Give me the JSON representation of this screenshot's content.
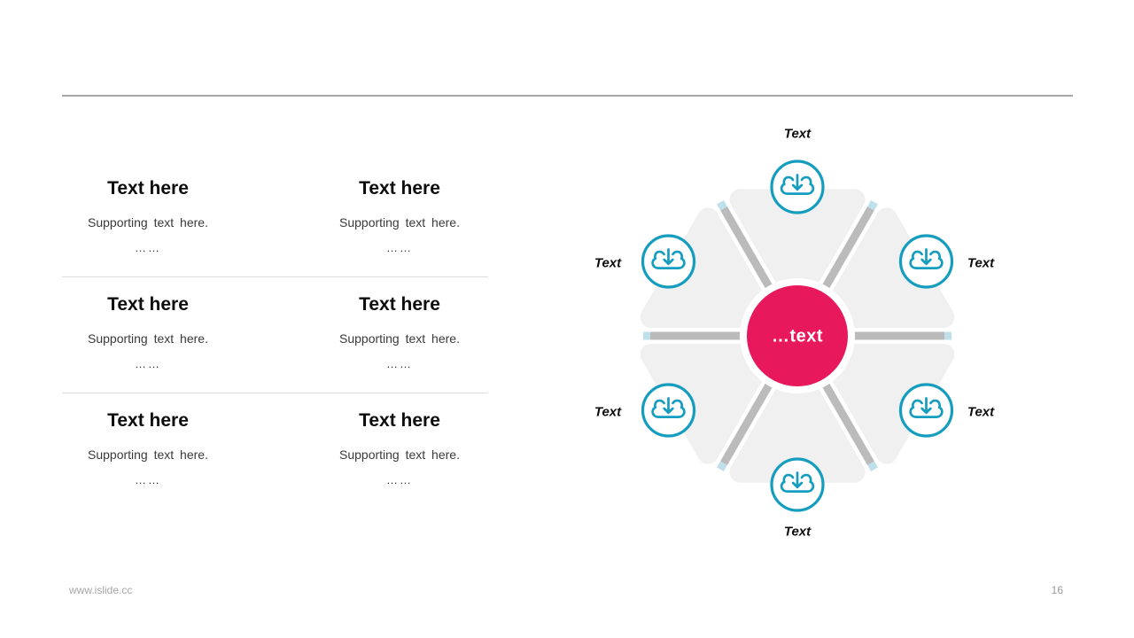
{
  "text_grid": {
    "cells": [
      {
        "heading": "Text here",
        "body": "Supporting text here.",
        "ellipsis": "……"
      },
      {
        "heading": "Text here",
        "body": "Supporting text here.",
        "ellipsis": "……"
      },
      {
        "heading": "Text here",
        "body": "Supporting text here.",
        "ellipsis": "……"
      },
      {
        "heading": "Text here",
        "body": "Supporting text here.",
        "ellipsis": "……"
      },
      {
        "heading": "Text here",
        "body": "Supporting text here.",
        "ellipsis": "……"
      },
      {
        "heading": "Text here",
        "body": "Supporting text here.",
        "ellipsis": "……"
      }
    ]
  },
  "diagram": {
    "center_label": "…text",
    "nodes": [
      {
        "label": "Text",
        "icon": "cloud-download-icon",
        "position": "top"
      },
      {
        "label": "Text",
        "icon": "cloud-download-icon",
        "position": "upper-right"
      },
      {
        "label": "Text",
        "icon": "cloud-download-icon",
        "position": "lower-right"
      },
      {
        "label": "Text",
        "icon": "cloud-download-icon",
        "position": "bottom"
      },
      {
        "label": "Text",
        "icon": "cloud-download-icon",
        "position": "lower-left"
      },
      {
        "label": "Text",
        "icon": "cloud-download-icon",
        "position": "upper-left"
      }
    ],
    "colors": {
      "accent_pink": "#E8185D",
      "accent_teal": "#149DBE",
      "spoke_gray": "#BBBBBB",
      "spoke_tip": "#BFE0EB",
      "sector_fill": "#F0F0F1"
    }
  },
  "footer": {
    "website": "www.islide.cc",
    "page_number": "16"
  }
}
